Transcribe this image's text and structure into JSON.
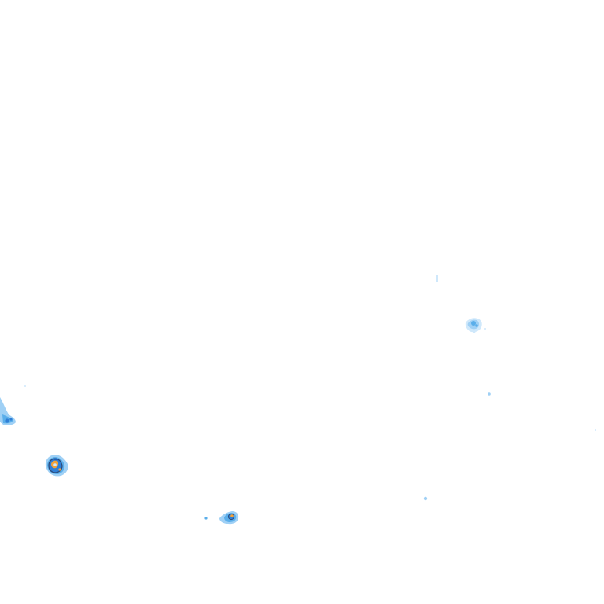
{
  "map": {
    "type": "weather-radar-reflectivity-overlay",
    "background_color": "#ffffff",
    "palette": {
      "very_light": "#cfe8fb",
      "light": "#9fd0f5",
      "medium": "#5aaeea",
      "strong": "#2f7fd6",
      "deep": "#1f5fb8",
      "intense": "#f2a23a",
      "outline": "#2c4a7a"
    },
    "echo_cells": [
      {
        "name": "west-edge-cell",
        "intensity": "medium"
      },
      {
        "name": "southwest-strong-cell",
        "intensity": "intense"
      },
      {
        "name": "south-cell",
        "intensity": "intense"
      },
      {
        "name": "east-cell",
        "intensity": "medium"
      },
      {
        "name": "faint-echo-north",
        "intensity": "very_light"
      },
      {
        "name": "faint-echo-east",
        "intensity": "light"
      },
      {
        "name": "faint-echo-southeast",
        "intensity": "very_light"
      },
      {
        "name": "faint-echo-south-small",
        "intensity": "light"
      },
      {
        "name": "faint-echo-west-speck",
        "intensity": "very_light"
      }
    ]
  }
}
